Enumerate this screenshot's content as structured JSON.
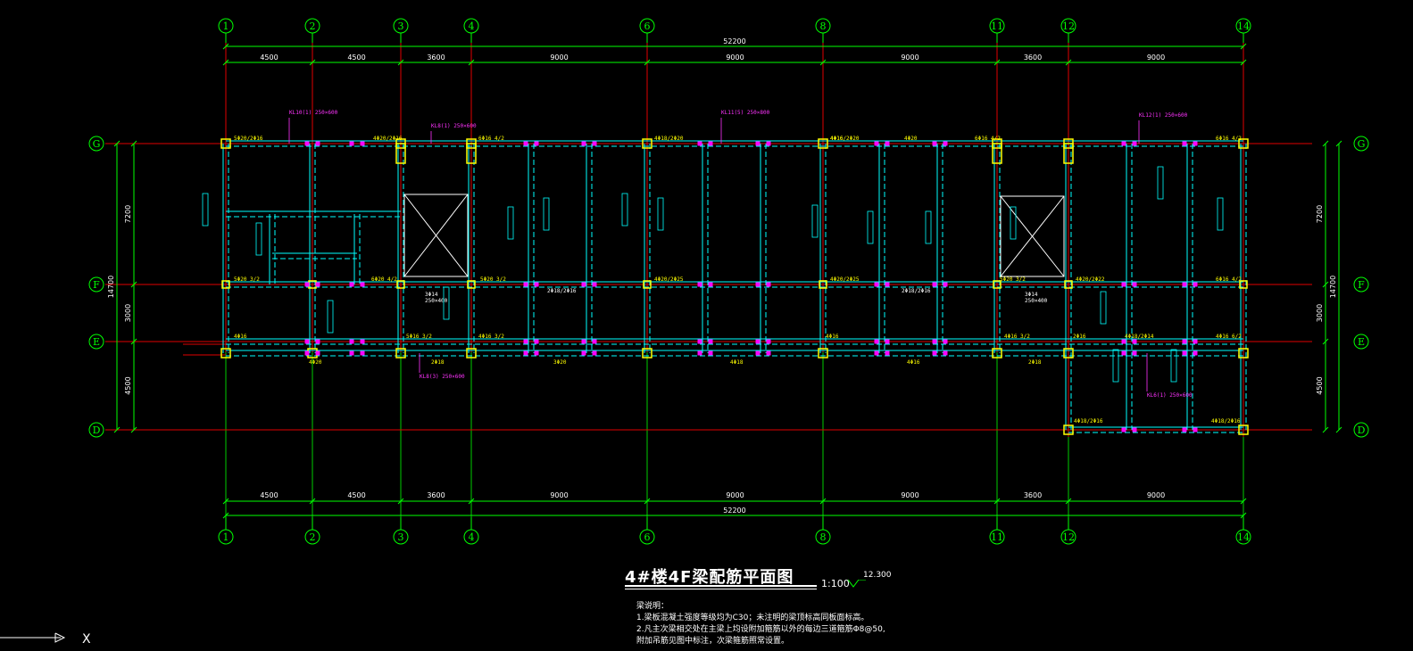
{
  "drawing": {
    "title": "4#楼4F梁配筋平面图",
    "scale": "1:100",
    "elevation": "12.300"
  },
  "colors": {
    "background": "#000000",
    "axis_line": "#e00000",
    "dim_line": "#00ff00",
    "beam": "#00ffff",
    "column": "#ffff00",
    "stirrup_mark": "#ff00ff",
    "text_magenta": "#ff33ff",
    "text_yellow": "#ffff00",
    "text_white": "#ffffff"
  },
  "axes": {
    "vertical_labels": [
      "1",
      "2",
      "3",
      "4",
      "6",
      "8",
      "11",
      "12",
      "14"
    ],
    "horizontal_labels": [
      "G",
      "F",
      "E",
      "D"
    ]
  },
  "dimensions": {
    "top_total": "52200",
    "bottom_total": "52200",
    "spans": [
      "4500",
      "4500",
      "3600",
      "9000",
      "9000",
      "9000",
      "3600",
      "9000"
    ],
    "left_side": [
      "7200",
      "3000",
      "4500"
    ],
    "left_total": "14700",
    "right_side": [
      "7200",
      "3000",
      "4500"
    ],
    "right_total": "14700"
  },
  "beam_labels": {
    "g_row": [
      "5Φ20/2Φ16",
      "4Φ20/2Φ16",
      "6Φ16 4/2",
      "4Φ18/2Φ20",
      "4Φ16",
      "4Φ16/2Φ20",
      "4Φ20",
      "6Φ16 4/2",
      "6Φ16 4/2"
    ],
    "f_row": [
      "5Φ20 3/2",
      "6Φ20 4/2",
      "5Φ20 3/2",
      "4Φ20/2Φ25",
      "4Φ20/2Φ25",
      "5Φ20 3/2",
      "4Φ20/2Φ22",
      "6Φ16 4/2"
    ],
    "e_row": [
      "4Φ16",
      "5Φ16 3/2",
      "4Φ16 3/2",
      "4Φ16",
      "4Φ16 3/2",
      "2Φ16",
      "4Φ18/2Φ14",
      "4Φ16 6/2"
    ],
    "bottom_row": [
      "4Φ20",
      "2Φ18",
      "3Φ20",
      "4Φ18",
      "4Φ16",
      "2Φ18"
    ],
    "d_row": [
      "4Φ18/2Φ16",
      "4Φ18/2Φ16"
    ],
    "bay": [
      "2Φ18/2Φ16",
      "2Φ18/2Φ16",
      "3Φ14",
      "3Φ14",
      "250×400",
      "250×400"
    ],
    "callouts_top": [
      "KL10(1) 250×600",
      "KL8(1) 250×600",
      "KL11(5) 250×800",
      "KL12(1) 250×600"
    ],
    "callout_bottom": [
      "KL8(3) 250×600",
      "KL6(1) 250×600"
    ]
  },
  "notes": {
    "heading": "梁说明：",
    "lines": [
      "1.梁板混凝土强度等级均为C30；未注明的梁顶标高同板面标高。",
      "2.凡主次梁相交处在主梁上均设附加箍筋以外的每边三道箍筋Φ8@50,",
      "  附加吊筋见图中标注，次梁箍筋照常设置。"
    ]
  },
  "ucs": {
    "x_label": "X"
  }
}
